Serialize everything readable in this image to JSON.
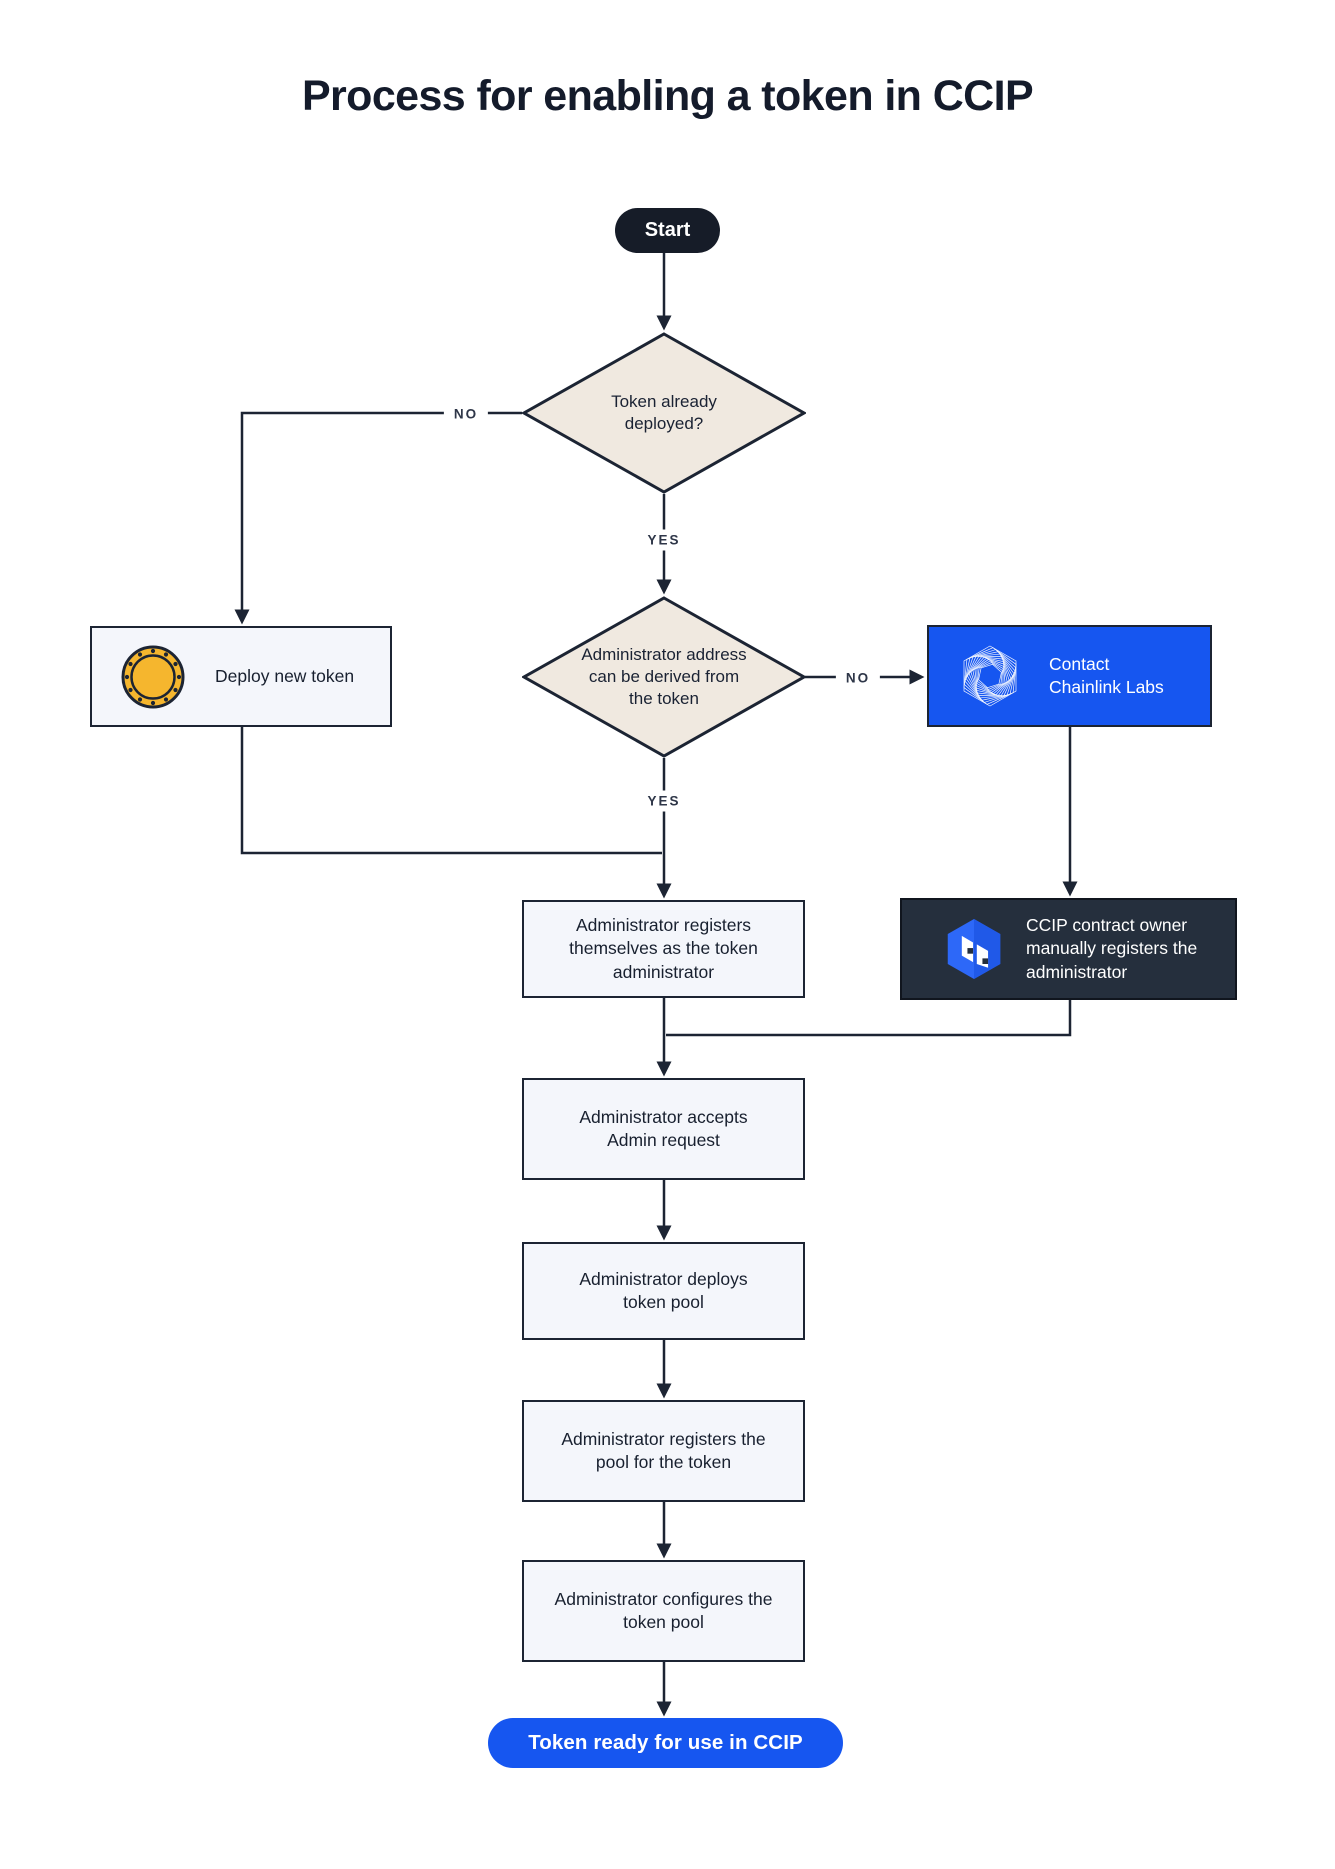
{
  "title": "Process for enabling a token in CCIP",
  "flow": {
    "start": {
      "label": "Start"
    },
    "decision_token_deployed": {
      "label": "Token already deployed?"
    },
    "deploy_new_token": {
      "label": "Deploy new token",
      "icon": "coin-icon"
    },
    "decision_admin_address": {
      "label": "Administrator address can be derived from the token"
    },
    "contact_chainlink": {
      "label": "Contact Chainlink Labs",
      "icon": "chainlink-logo-icon"
    },
    "ccip_owner_registers": {
      "label": "CCIP contract owner manually registers the administrator",
      "icon": "ccip-logo-icon"
    },
    "admin_registers_self": {
      "label": "Administrator registers themselves as the token administrator"
    },
    "admin_accepts": {
      "label": "Administrator accepts Admin request"
    },
    "admin_deploys_pool": {
      "label": "Administrator deploys token pool"
    },
    "admin_registers_pool": {
      "label": "Administrator registers the pool for the token"
    },
    "admin_configures_pool": {
      "label": "Administrator configures the token pool"
    },
    "end": {
      "label": "Token ready for use in CCIP"
    }
  },
  "edge_labels": {
    "token_deployed_no": "NO",
    "token_deployed_yes": "YES",
    "admin_address_no": "NO",
    "admin_address_yes": "YES"
  },
  "colors": {
    "accent_blue": "#1656F0",
    "line_navy": "#1C2433",
    "dark_panel": "#252F3D",
    "start_pill": "#161C28",
    "diamond_fill": "#F0E9E0",
    "box_fill": "#F4F6FB",
    "coin_gold": "#F5B62E"
  }
}
